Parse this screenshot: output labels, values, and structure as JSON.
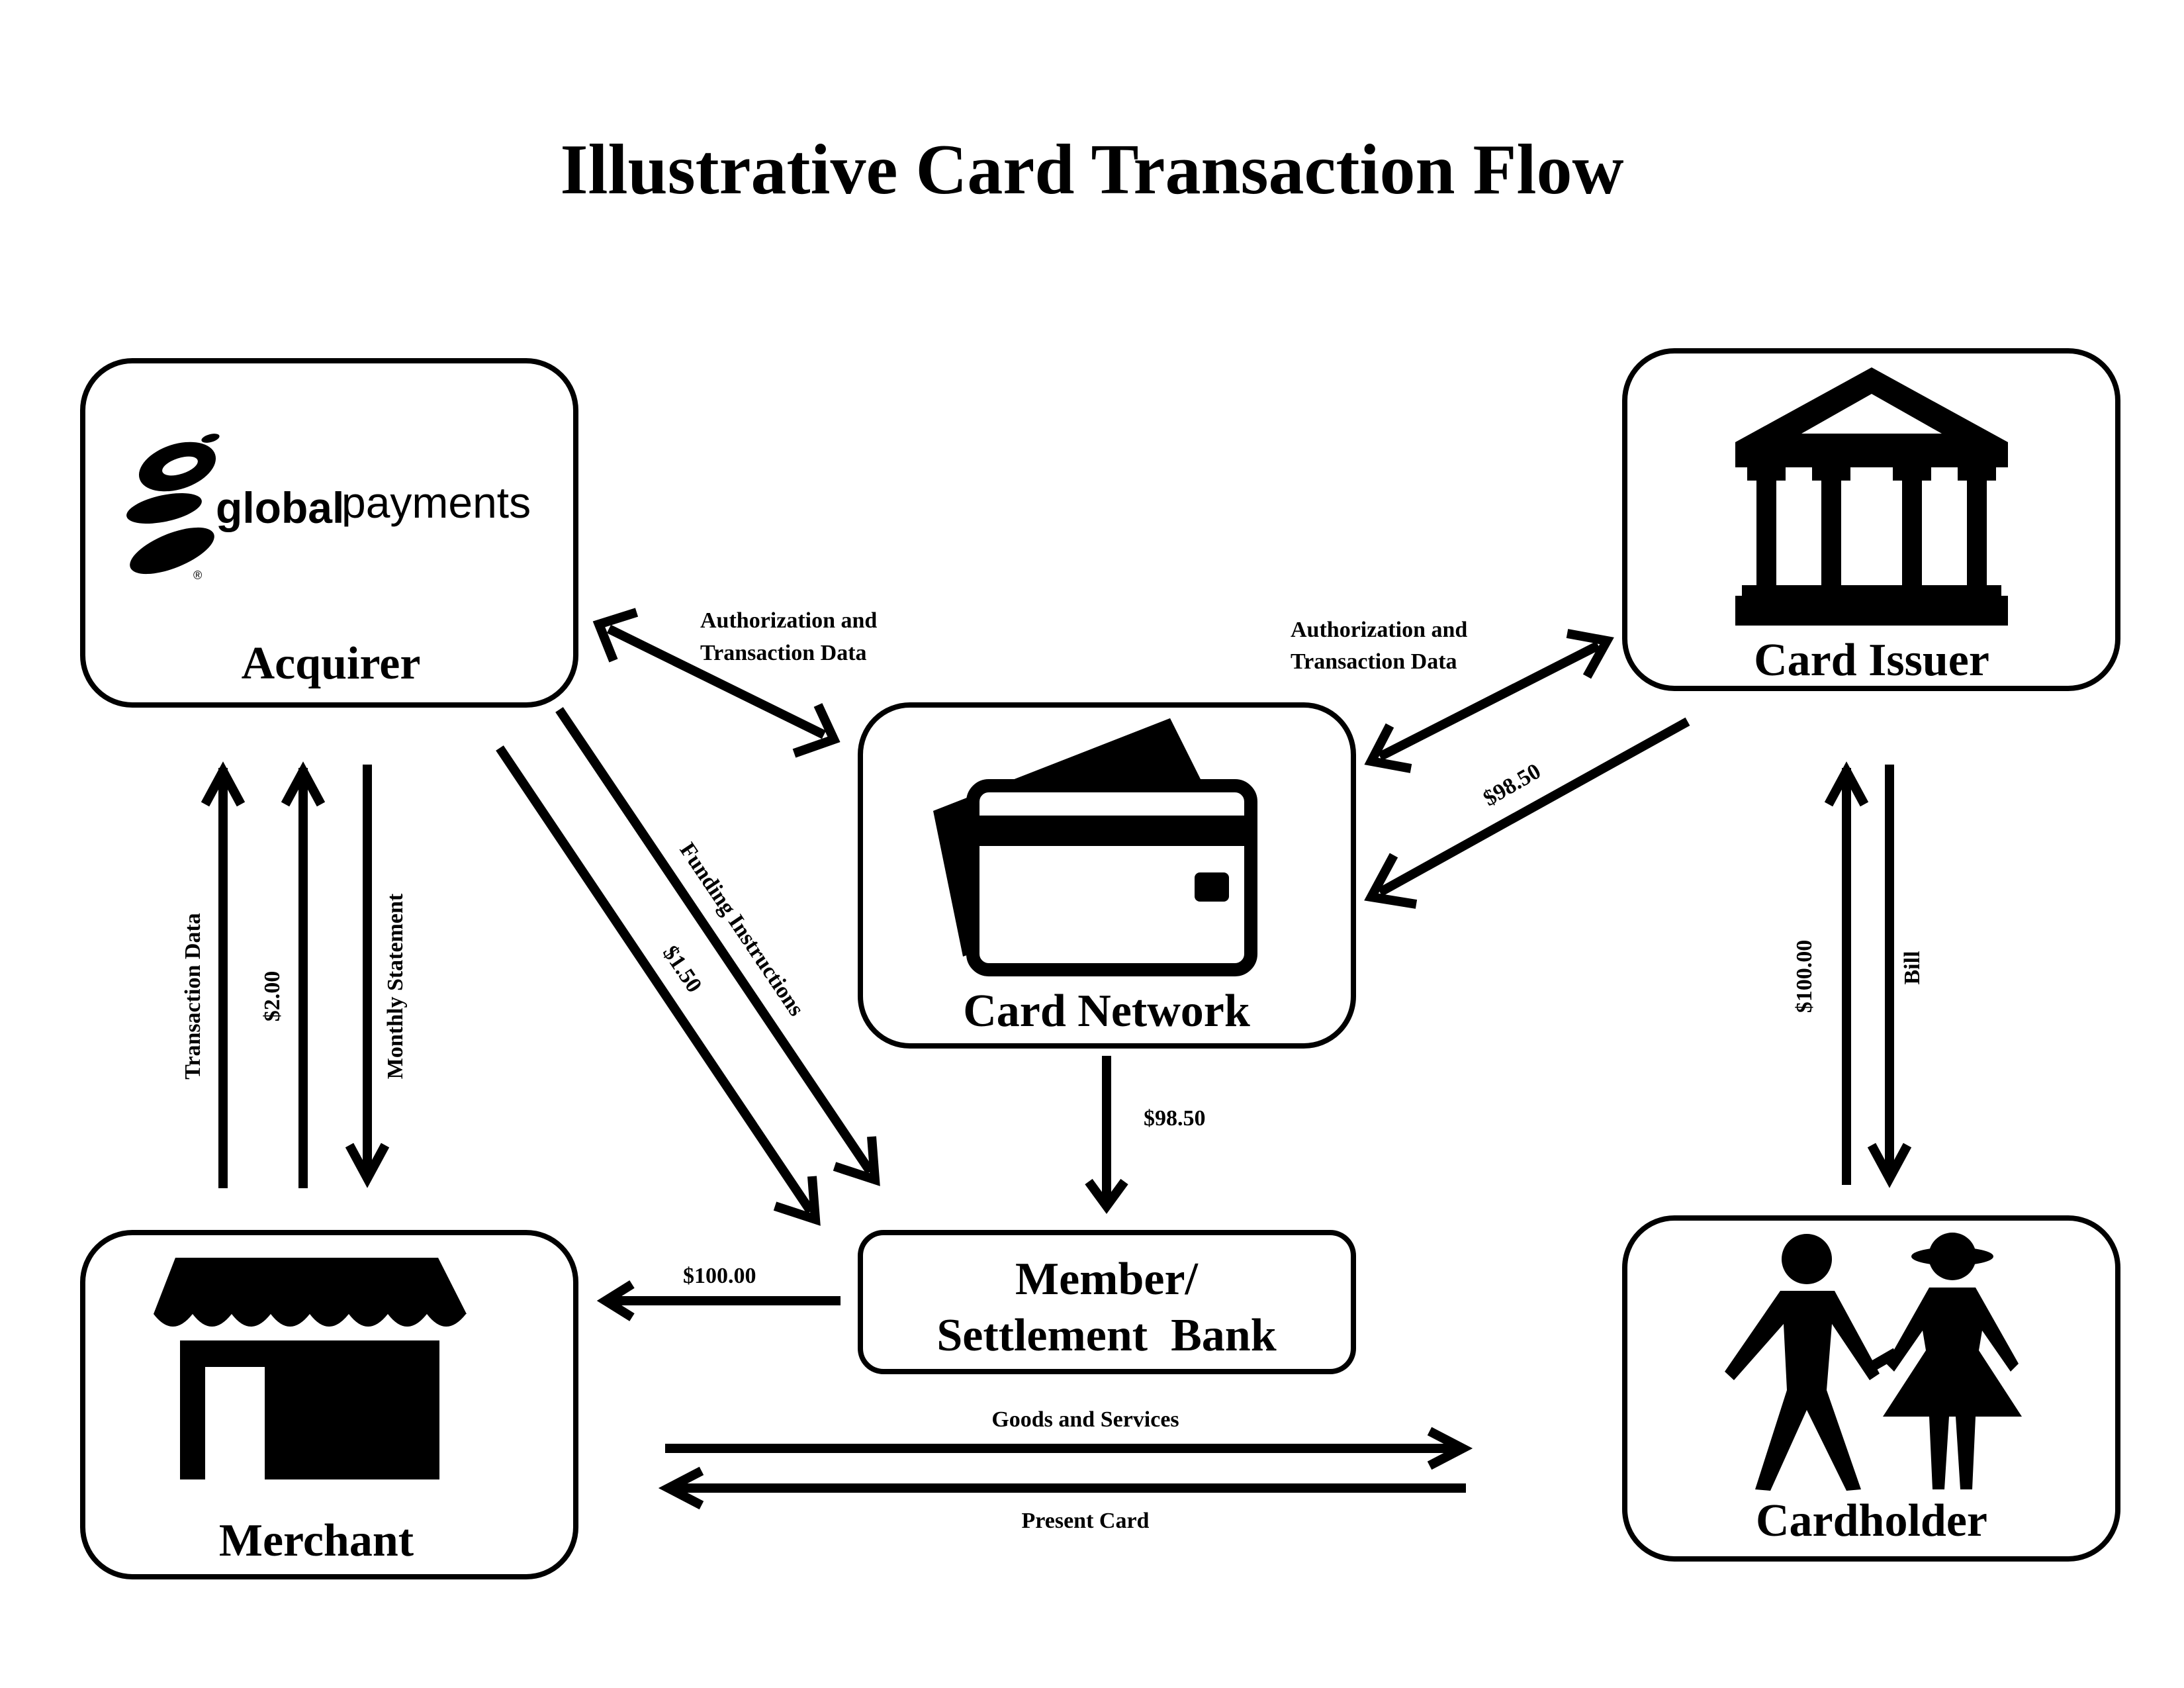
{
  "title": "Illustrative Card Transaction Flow",
  "nodes": {
    "acquirer": {
      "label": "Acquirer",
      "logo_text_bold": "global",
      "logo_text_light": "payments",
      "logo_mark": "®",
      "icon": "globalpayments-logo"
    },
    "card_issuer": {
      "label": "Card Issuer",
      "icon": "bank-icon"
    },
    "card_network": {
      "label": "Card Network",
      "icon": "credit-card-icon"
    },
    "member_bank": {
      "label_line1": "Member/",
      "label_line2": "Settlement  Bank"
    },
    "merchant": {
      "label": "Merchant",
      "icon": "storefront-icon"
    },
    "cardholder": {
      "label": "Cardholder",
      "icon": "couple-icon"
    }
  },
  "flows": {
    "acquirer_network_line1": "Authorization and",
    "acquirer_network_line2": "Transaction Data",
    "network_issuer_line1": "Authorization and",
    "network_issuer_line2": "Transaction Data",
    "issuer_to_network": "$98.50",
    "acquirer_funding": "Funding Instructions",
    "acquirer_fee": "$1.50",
    "network_to_bank": "$98.50",
    "bank_to_merchant": "$100.00",
    "merchant_transaction_data": "Transaction Data",
    "merchant_fee": "$2.00",
    "monthly_statement": "Monthly Statement",
    "cardholder_payment": "$100.00",
    "bill": "Bill",
    "goods_and_services": "Goods and Services",
    "present_card": "Present Card"
  }
}
